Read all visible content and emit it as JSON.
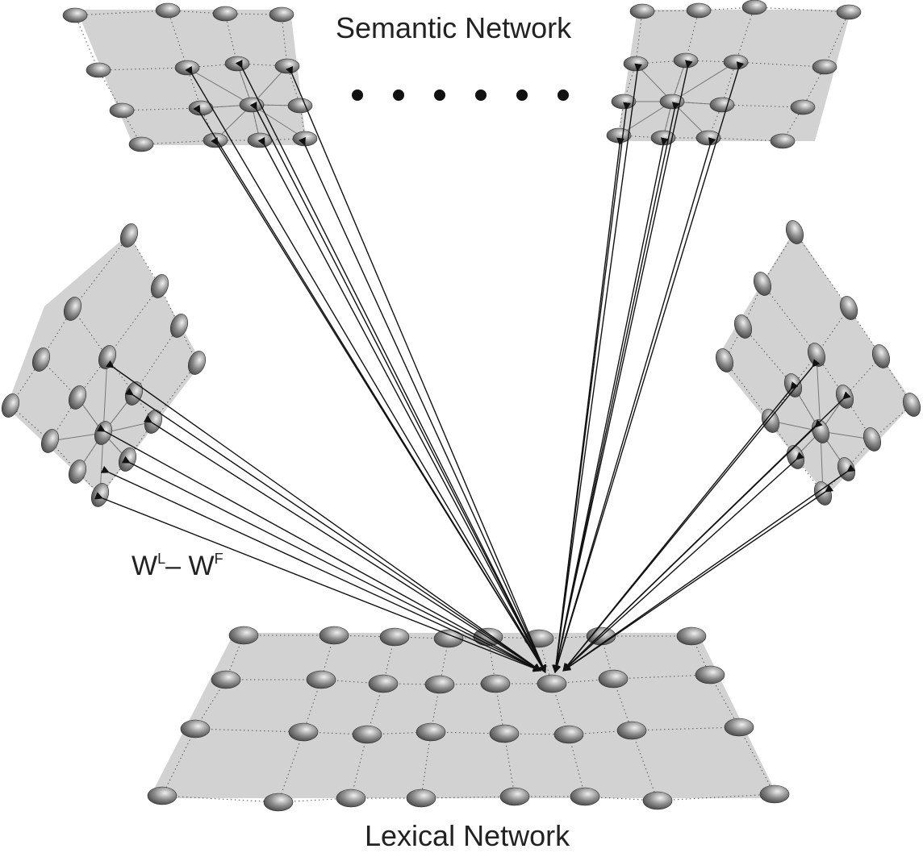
{
  "labels": {
    "semantic_network": "Semantic Network",
    "lexical_network": "Lexical Network",
    "weight_base1": "W",
    "weight_sup1": "L",
    "weight_sep": "– ",
    "weight_base2": "W",
    "weight_sup2": "F"
  },
  "colors": {
    "plane_fill": "#d2d2d2",
    "node_dark": "#4a4a4a",
    "node_light": "#e8e8e8",
    "arrow": "#111111",
    "inner_arrow": "#777777"
  },
  "diagram": {
    "semantic_maps": 4,
    "lexical_map": 1,
    "ellipsis_dots": 6
  }
}
